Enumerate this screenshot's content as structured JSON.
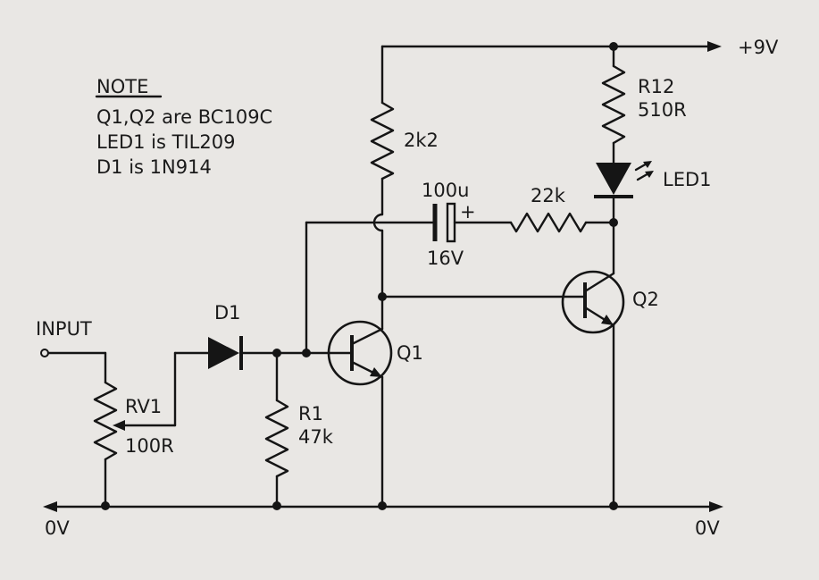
{
  "note": {
    "heading": "NOTE",
    "lines": [
      "Q1,Q2 are BC109C",
      "LED1 is TIL209",
      "D1 is 1N914"
    ]
  },
  "labels": {
    "supply": "+9V",
    "ground_left": "0V",
    "ground_right": "0V",
    "input": "INPUT",
    "r12_name": "R12",
    "r12_value": "510R",
    "led_name": "LED1",
    "r_collector": "2k2",
    "cap_value": "100u",
    "cap_voltage": "16V",
    "cap_plus": "+",
    "r_series": "22k",
    "q1": "Q1",
    "q2": "Q2",
    "d1": "D1",
    "rv1_name": "RV1",
    "rv1_value": "100R",
    "r1_name": "R1",
    "r1_value": "47k"
  },
  "colors": {
    "ink": "#151515",
    "paper": "#e9e7e4"
  }
}
